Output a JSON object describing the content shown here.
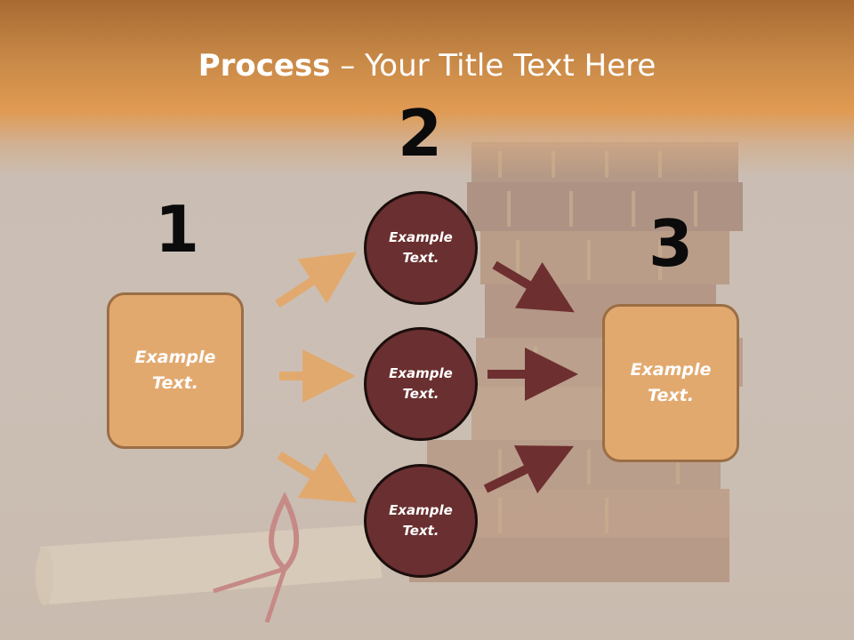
{
  "title": {
    "bold": "Process",
    "rest": " – Your Title Text Here"
  },
  "steps": {
    "one": "1",
    "two": "2",
    "three": "3"
  },
  "left_box": {
    "line1": "Example",
    "line2": "Text."
  },
  "circles": [
    {
      "line1": "Example",
      "line2": "Text."
    },
    {
      "line1": "Example",
      "line2": "Text."
    },
    {
      "line1": "Example",
      "line2": "Text."
    }
  ],
  "right_box": {
    "line1": "Example",
    "line2": "Text."
  },
  "colors": {
    "banner": "#e09a52",
    "box_fill": "#e2a96f",
    "circle_fill": "#6a2f30",
    "orange_arrow": "#e2a96f",
    "dark_arrow": "#6e2f30"
  }
}
